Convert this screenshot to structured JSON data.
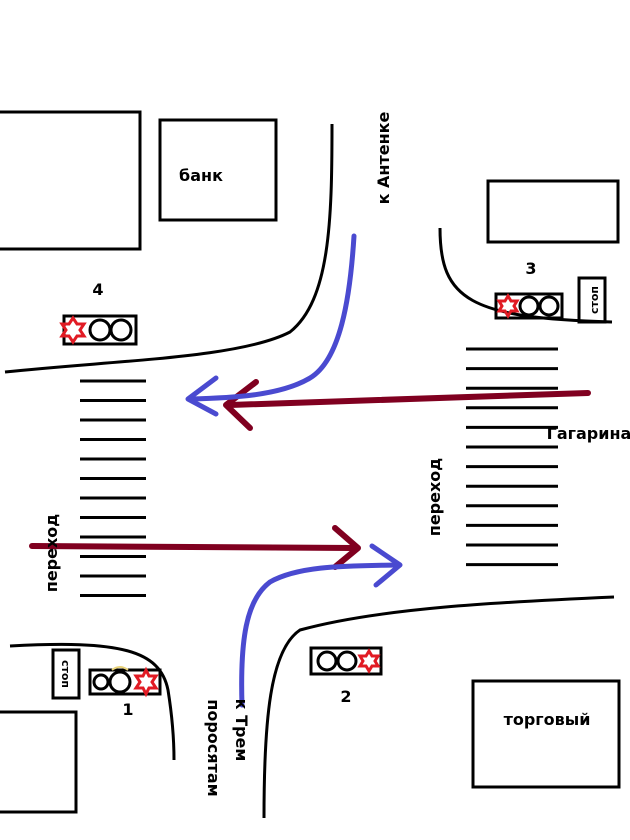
{
  "labels": {
    "bank": "банк",
    "mall": "торговый",
    "to_antenka": "к Антенке",
    "to_three_pigs_line1": "к Трем",
    "to_three_pigs_line2": "поросятам",
    "gagarina": "Гагарина",
    "crossing_left": "переход",
    "crossing_right": "переход",
    "stop_sign": "стоп"
  },
  "traffic_lights": [
    {
      "id": "1",
      "label": "1"
    },
    {
      "id": "2",
      "label": "2"
    },
    {
      "id": "3",
      "label": "3"
    },
    {
      "id": "4",
      "label": "4"
    }
  ],
  "colors": {
    "road_line": "#000000",
    "blue_arrow": "#4a4ad0",
    "maroon_arrow": "#800020",
    "signal_red": "#e11b24",
    "background": "#ffffff"
  }
}
